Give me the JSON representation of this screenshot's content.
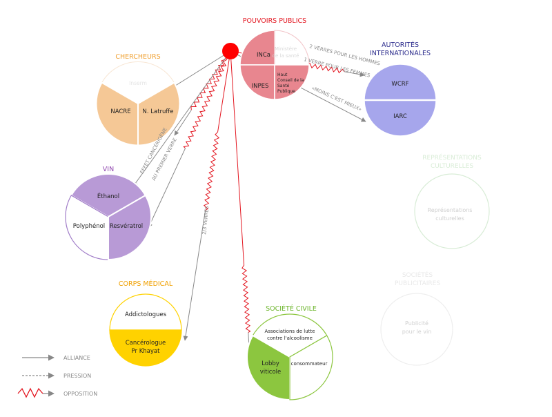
{
  "colors": {
    "pouvoirs": "#e8868f",
    "pouvoirs_text": "#e3141e",
    "red_dot": "#ff0000",
    "chercheurs": "#f5c896",
    "chercheurs_text": "#f0a030",
    "vin": "#b89ad6",
    "vin_text": "#8e44ad",
    "autorites": "#a6a6ec",
    "autorites_text": "#2c2c8c",
    "corps": "#ffd200",
    "corps_text": "#f0a000",
    "societe": "#8cc63f",
    "societe_text": "#6bb42a",
    "faded": "#d8ecd6",
    "faded_text": "#e2e2e2",
    "arrow": "#888888",
    "opposition": "#e3141e"
  },
  "groups": {
    "pouvoirs": {
      "title": "POUVOIRS PUBLICS",
      "segments": [
        "INCa",
        "Ministère de la santé",
        "INPES",
        "Haut Conseil de la Santé Publique"
      ]
    },
    "chercheurs": {
      "title": "CHERCHEURS",
      "segments": [
        "Inserm",
        "NACRE",
        "N. Latruffe"
      ]
    },
    "vin": {
      "title": "VIN",
      "segments": [
        "Éthanol",
        "Polyphénol",
        "Resvératrol"
      ]
    },
    "autorites": {
      "title": "AUTORITÉS INTERNATIONALES",
      "segments": [
        "WCRF",
        "IARC"
      ]
    },
    "representations": {
      "title": "REPRÉSENTATIONS CULTURELLES",
      "label": "Représentations culturelles"
    },
    "societes_pub": {
      "title": "SOCIÉTÉS PUBLICITAIRES",
      "label": "Publicité pour le vin"
    },
    "corps": {
      "title": "CORPS MÉDICAL",
      "segments": [
        "Addictologues",
        "Cancérologue Pr Khayat"
      ]
    },
    "societe": {
      "title": "SOCIÉTÉ CIVILE",
      "segments": [
        "Associations de lutte contre l'alcoolisme",
        "Lobby viticole",
        "consommateur"
      ]
    }
  },
  "edge_labels": {
    "hommes": "2 VERRES POUR LES HOMMES",
    "femmes": "1 VERRE POUR LES FEMMES",
    "moins": "«MOINS C'EST MIEUX»",
    "effet": "EFFET CANCÉRIGÈNE",
    "premier": "AU PREMIER VERRE",
    "deux_trois": "2/3 VERRES"
  },
  "legend": {
    "alliance": "ALLIANCE",
    "pression": "PRESSION",
    "opposition": "OPPOSITION"
  }
}
